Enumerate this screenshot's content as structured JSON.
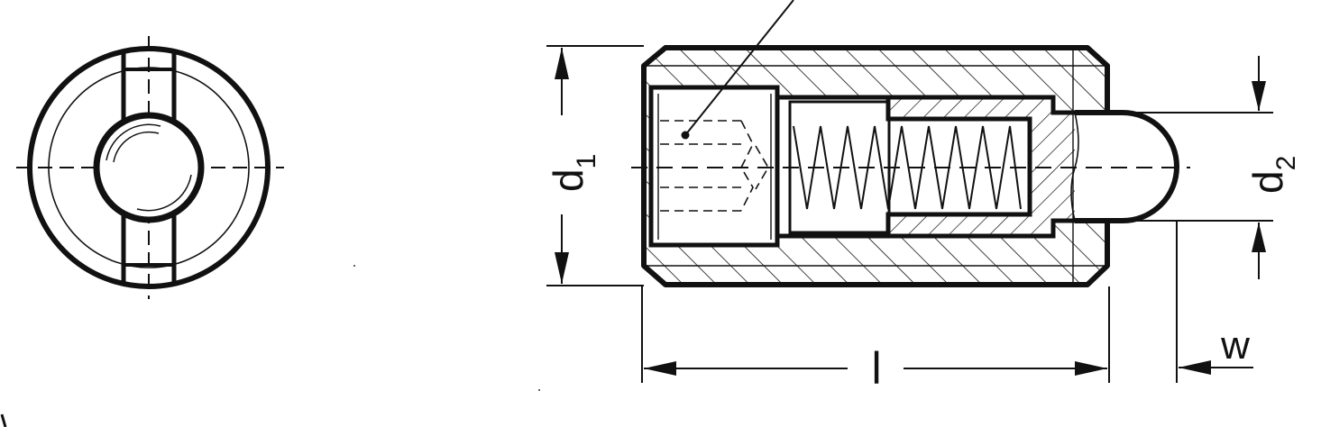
{
  "drawing": {
    "labels": {
      "d1_main": "d",
      "d1_sub": "1",
      "d2_main": "d",
      "d2_sub": "2",
      "length": "l",
      "stroke_w": "w"
    },
    "colors": {
      "line": "#111111",
      "background": "#ffffff"
    }
  }
}
